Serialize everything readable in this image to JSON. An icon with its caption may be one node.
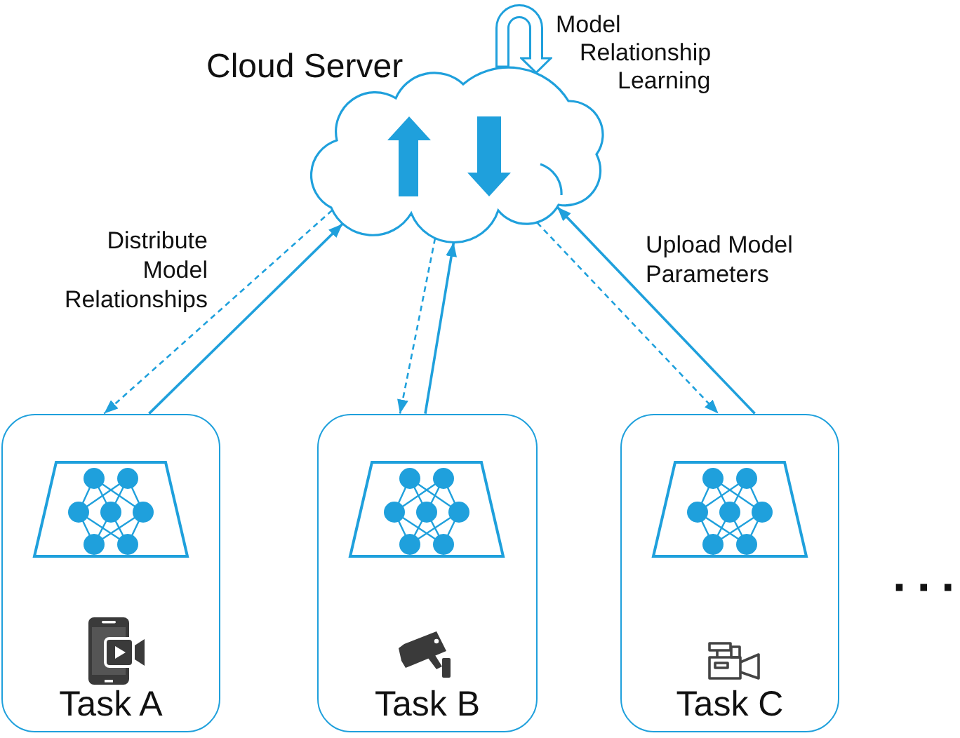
{
  "diagram": {
    "nodes": [
      {
        "text": [
          "Cloud Server"
        ]
      },
      {
        "text": [
          "Task A"
        ]
      },
      {
        "text": [
          "Task B"
        ]
      },
      {
        "text": [
          "Task C"
        ]
      }
    ],
    "edges": [
      {
        "from": 0,
        "to": 1,
        "arrow": "to",
        "style": "dashed",
        "label": "Distribute Model Relationships"
      },
      {
        "from": 1,
        "to": 0,
        "arrow": "to"
      },
      {
        "from": 0,
        "to": 2,
        "arrow": "to",
        "style": "dashed"
      },
      {
        "from": 2,
        "to": 0,
        "arrow": "to"
      },
      {
        "from": 0,
        "to": 3,
        "arrow": "to",
        "style": "dashed"
      },
      {
        "from": 3,
        "to": 0,
        "arrow": "to",
        "label": "Upload Model Parameters"
      },
      {
        "from": 0,
        "to": 0,
        "arrow": "to",
        "style": "thick",
        "label": "Model Relationship Learning"
      }
    ],
    "labels": [
      "···"
    ]
  }
}
